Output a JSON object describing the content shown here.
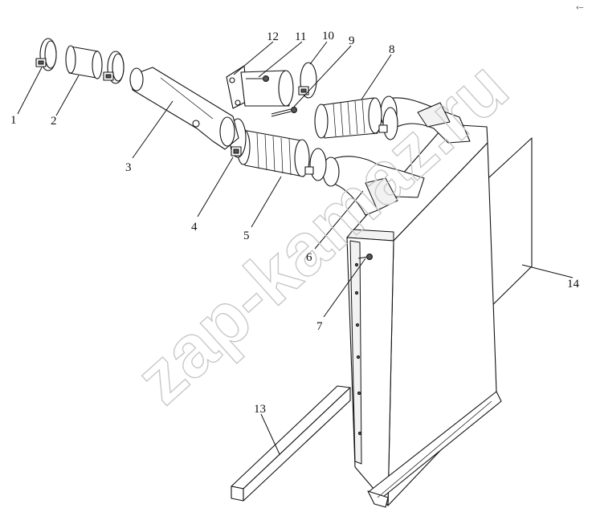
{
  "diagram": {
    "corner_mark": "‹‒",
    "watermark": "zap-kamaz.ru",
    "callouts": [
      {
        "id": "callout-1",
        "label": "1"
      },
      {
        "id": "callout-2",
        "label": "2"
      },
      {
        "id": "callout-3",
        "label": "3"
      },
      {
        "id": "callout-4",
        "label": "4"
      },
      {
        "id": "callout-5",
        "label": "5"
      },
      {
        "id": "callout-6",
        "label": "6"
      },
      {
        "id": "callout-7",
        "label": "7"
      },
      {
        "id": "callout-8",
        "label": "8"
      },
      {
        "id": "callout-9",
        "label": "9"
      },
      {
        "id": "callout-10",
        "label": "10"
      },
      {
        "id": "callout-11",
        "label": "11"
      },
      {
        "id": "callout-12",
        "label": "12"
      },
      {
        "id": "callout-13",
        "label": "13"
      },
      {
        "id": "callout-14",
        "label": "14"
      }
    ]
  }
}
